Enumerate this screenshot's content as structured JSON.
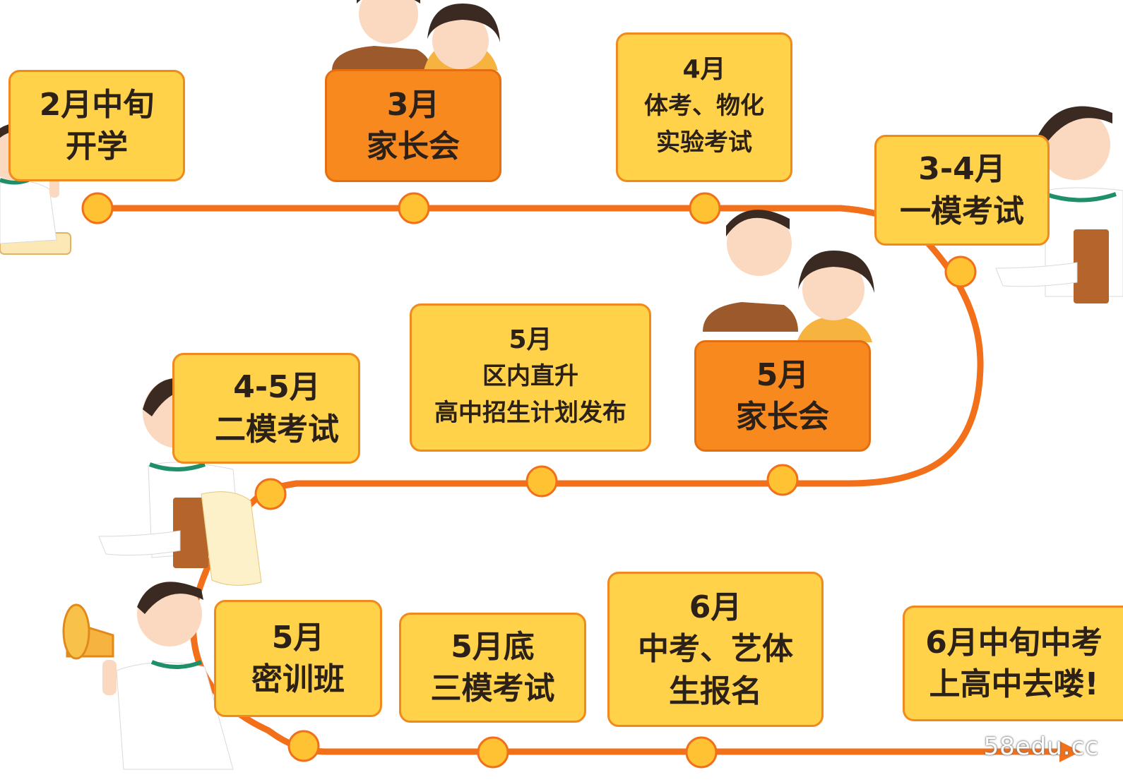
{
  "milestones": [
    {
      "line1": "2月中旬",
      "line2": "开学"
    },
    {
      "line1": "3月",
      "line2": "家长会"
    },
    {
      "line1": "4月",
      "line2": "体考、物化",
      "line3": "实验考试"
    },
    {
      "line1": "3-4月",
      "line2": "一模考试"
    },
    {
      "line1": "5月",
      "line2": "家长会"
    },
    {
      "line1": "5月",
      "line2": "区内直升",
      "line3": "高中招生计划发布"
    },
    {
      "line1": "4-5月",
      "line2": "二模考试"
    },
    {
      "line1": "5月",
      "line2": "密训班"
    },
    {
      "line1": "5月底",
      "line2": "三模考试"
    },
    {
      "line1": "6月",
      "line2": "中考、艺体",
      "line3": "生报名"
    },
    {
      "line1": "6月中旬中考",
      "line2": "上高中去喽!"
    }
  ],
  "watermark": "58edu.cc",
  "colors": {
    "card": "#ffd24a",
    "card_dark": "#f8891f",
    "path": "#f2701a",
    "dot": "#ffc233"
  }
}
